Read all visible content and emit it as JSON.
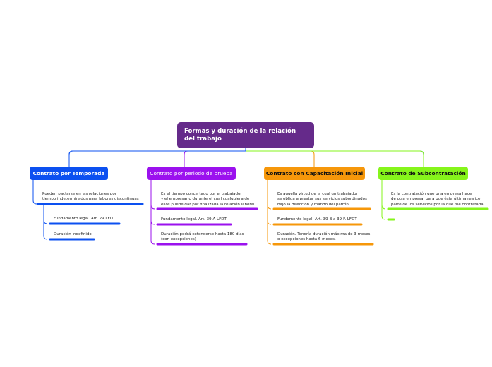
{
  "map": {
    "root": "Formas y duración de la relación del trabajo",
    "branches": [
      {
        "label": "Contrato por Temporada",
        "color": "#0c50f0",
        "leaves": [
          "Pueden pactarse en las relaciones por\ntiempo indeterminados para labores discontinuas",
          "Fundamento legal. Art. 29 LFDT",
          "Duración indefinido"
        ]
      },
      {
        "label": "Contrato por periodo de prueba",
        "color": "#9b11ee",
        "leaves": [
          "Es el tiempo concertado por el trabajador\ny el empresario durante el cual cualquiera de\nellos puede dar por finalizada la relación laboral.",
          "Fundamento legal. Art. 39-A LFDT",
          "Duración podrá extenderse hasta 180 días\n(con excepciones)"
        ]
      },
      {
        "label": "Contrato con Capacitación Inicial",
        "color": "#f6970a",
        "leaves": [
          "Es aquella virtud de la cual un trabajador\nse obliga a prestar sus servicios subordinados\nbajo la dirección y mando del patrón.",
          "Fundamento legal. Art. 39-B a 39-F. LFDT",
          "Duración. Tendría duración máxima de 3 meses\no excepciones hasta 6 meses."
        ]
      },
      {
        "label": "Contrato de Subcontratación",
        "color": "#86f51b",
        "leaves": [
          "Es la contratación que una empresa hace\nde otra empresa, para que ésta última realice\nparte de los servicios por la que fue contratada.",
          ""
        ]
      }
    ]
  }
}
